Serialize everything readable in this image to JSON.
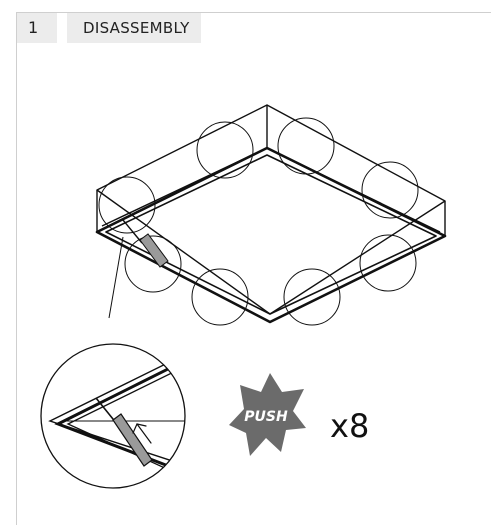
{
  "step": {
    "number": "1",
    "title": "DISASSEMBLY"
  },
  "instruction": {
    "push_label": "PUSH",
    "count_label": "x8"
  },
  "colors": {
    "line": "#111111",
    "frame": "#cfcfcf",
    "header_bg": "#ececec",
    "burst": "#6b6b6b",
    "tool": "#9a9a9a"
  },
  "icons": [
    "screwdriver-icon",
    "push-burst-icon",
    "release-arrow-icon"
  ]
}
